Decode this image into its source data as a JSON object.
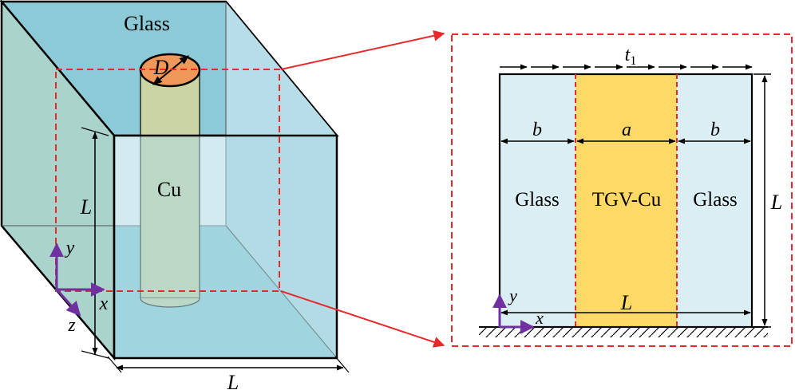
{
  "left": {
    "glass_label": "Glass",
    "cu_label": "Cu",
    "diameter_label": "D",
    "height_label": "L",
    "width_label": "L",
    "axis_x": "x",
    "axis_y": "y",
    "axis_z": "z"
  },
  "right": {
    "traction_label": "t",
    "traction_sub": "1",
    "width_b_left": "b",
    "width_a": "a",
    "width_b_right": "b",
    "glass_left": "Glass",
    "core": "TGV-Cu",
    "glass_right": "Glass",
    "height_label": "L",
    "base_label": "L",
    "axis_x": "x",
    "axis_y": "y"
  },
  "colors": {
    "glass_front": "#aed8e4",
    "glass_side": "#a9d3cb",
    "glass_top": "#8ccad8",
    "copper": "#cbd4a3",
    "copper_top": "#f0975a",
    "core_fill": "#ffd966",
    "glass_panel": "#dbeef4",
    "dashed_red": "#e8282a",
    "axis": "#7030a0"
  }
}
